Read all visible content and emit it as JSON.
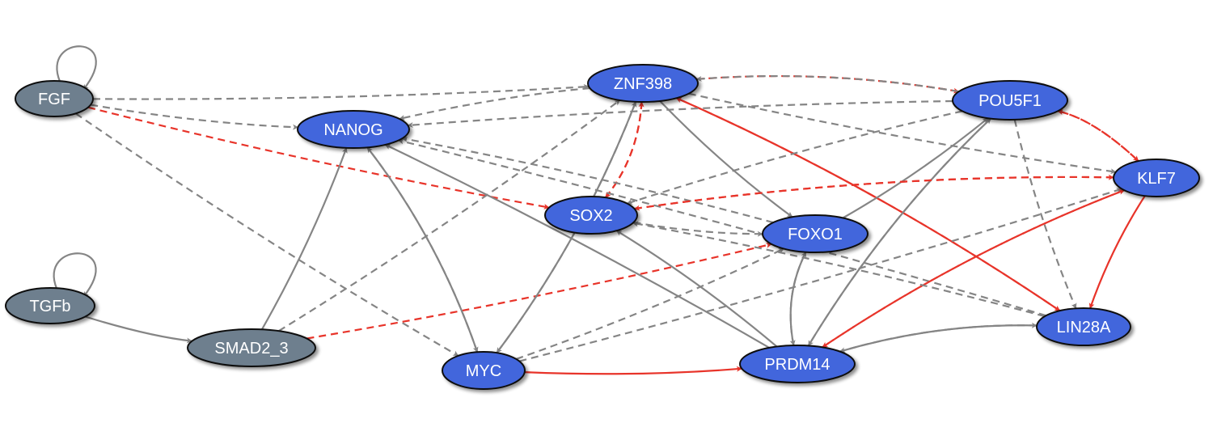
{
  "title": "Gene regulatory network",
  "colors": {
    "input_node": "#6e7f8e",
    "gene_node": "#4366dc",
    "node_border": "#111111",
    "edge_gray": "#858585",
    "edge_red": "#e8342a"
  },
  "nodes": [
    {
      "id": "FGF",
      "label": "FGF",
      "kind": "input"
    },
    {
      "id": "TGFb",
      "label": "TGFb",
      "kind": "input"
    },
    {
      "id": "SMAD2_3",
      "label": "SMAD2_3",
      "kind": "input"
    },
    {
      "id": "NANOG",
      "label": "NANOG",
      "kind": "gene"
    },
    {
      "id": "ZNF398",
      "label": "ZNF398",
      "kind": "gene"
    },
    {
      "id": "SOX2",
      "label": "SOX2",
      "kind": "gene"
    },
    {
      "id": "MYC",
      "label": "MYC",
      "kind": "gene"
    },
    {
      "id": "FOXO1",
      "label": "FOXO1",
      "kind": "gene"
    },
    {
      "id": "PRDM14",
      "label": "PRDM14",
      "kind": "gene"
    },
    {
      "id": "POU5F1",
      "label": "POU5F1",
      "kind": "gene"
    },
    {
      "id": "KLF7",
      "label": "KLF7",
      "kind": "gene"
    },
    {
      "id": "LIN28A",
      "label": "LIN28A",
      "kind": "gene"
    }
  ],
  "edges": [
    {
      "from": "FGF",
      "to": "FGF",
      "color": "gray",
      "style": "solid"
    },
    {
      "from": "TGFb",
      "to": "TGFb",
      "color": "gray",
      "style": "solid"
    },
    {
      "from": "TGFb",
      "to": "SMAD2_3",
      "color": "gray",
      "style": "solid"
    },
    {
      "from": "FGF",
      "to": "ZNF398",
      "color": "gray",
      "style": "dashed"
    },
    {
      "from": "FGF",
      "to": "NANOG",
      "color": "gray",
      "style": "dashed"
    },
    {
      "from": "FGF",
      "to": "SOX2",
      "color": "red",
      "style": "dashed"
    },
    {
      "from": "FGF",
      "to": "MYC",
      "color": "gray",
      "style": "dashed"
    },
    {
      "from": "SMAD2_3",
      "to": "NANOG",
      "color": "gray",
      "style": "solid"
    },
    {
      "from": "SMAD2_3",
      "to": "ZNF398",
      "color": "gray",
      "style": "dashed"
    },
    {
      "from": "SMAD2_3",
      "to": "FOXO1",
      "color": "red",
      "style": "dashed"
    },
    {
      "from": "ZNF398",
      "to": "NANOG",
      "color": "gray",
      "style": "dashed"
    },
    {
      "from": "ZNF398",
      "to": "POU5F1",
      "color": "red",
      "style": "dashed"
    },
    {
      "from": "POU5F1",
      "to": "ZNF398",
      "color": "gray",
      "style": "dashed"
    },
    {
      "from": "ZNF398",
      "to": "KLF7",
      "color": "gray",
      "style": "dashed"
    },
    {
      "from": "ZNF398",
      "to": "SOX2",
      "color": "red",
      "style": "dashed"
    },
    {
      "from": "SOX2",
      "to": "ZNF398",
      "color": "red",
      "style": "dashed"
    },
    {
      "from": "ZNF398",
      "to": "FOXO1",
      "color": "gray",
      "style": "solid"
    },
    {
      "from": "ZNF398",
      "to": "LIN28A",
      "color": "red",
      "style": "solid"
    },
    {
      "from": "LIN28A",
      "to": "ZNF398",
      "color": "red",
      "style": "dashed"
    },
    {
      "from": "MYC",
      "to": "ZNF398",
      "color": "gray",
      "style": "solid"
    },
    {
      "from": "ZNF398",
      "to": "MYC",
      "color": "gray",
      "style": "dashed"
    },
    {
      "from": "POU5F1",
      "to": "NANOG",
      "color": "gray",
      "style": "dashed"
    },
    {
      "from": "FOXO1",
      "to": "NANOG",
      "color": "gray",
      "style": "dashed"
    },
    {
      "from": "NANOG",
      "to": "MYC",
      "color": "gray",
      "style": "solid"
    },
    {
      "from": "MYC",
      "to": "NANOG",
      "color": "gray",
      "style": "dashed"
    },
    {
      "from": "PRDM14",
      "to": "NANOG",
      "color": "gray",
      "style": "solid"
    },
    {
      "from": "LIN28A",
      "to": "NANOG",
      "color": "gray",
      "style": "dashed"
    },
    {
      "from": "POU5F1",
      "to": "KLF7",
      "color": "red",
      "style": "dashed"
    },
    {
      "from": "KLF7",
      "to": "POU5F1",
      "color": "red",
      "style": "dashed"
    },
    {
      "from": "POU5F1",
      "to": "LIN28A",
      "color": "gray",
      "style": "dashed"
    },
    {
      "from": "POU5F1",
      "to": "SOX2",
      "color": "gray",
      "style": "dashed"
    },
    {
      "from": "FOXO1",
      "to": "POU5F1",
      "color": "gray",
      "style": "solid"
    },
    {
      "from": "PRDM14",
      "to": "POU5F1",
      "color": "gray",
      "style": "solid"
    },
    {
      "from": "POU5F1",
      "to": "PRDM14",
      "color": "gray",
      "style": "dashed"
    },
    {
      "from": "KLF7",
      "to": "SOX2",
      "color": "red",
      "style": "dashed"
    },
    {
      "from": "SOX2",
      "to": "KLF7",
      "color": "red",
      "style": "dashed"
    },
    {
      "from": "MYC",
      "to": "KLF7",
      "color": "gray",
      "style": "dashed"
    },
    {
      "from": "PRDM14",
      "to": "KLF7",
      "color": "red",
      "style": "dashed"
    },
    {
      "from": "KLF7",
      "to": "PRDM14",
      "color": "red",
      "style": "dashed"
    },
    {
      "from": "KLF7",
      "to": "LIN28A",
      "color": "red",
      "style": "solid"
    },
    {
      "from": "SOX2",
      "to": "FOXO1",
      "color": "gray",
      "style": "dashed"
    },
    {
      "from": "PRDM14",
      "to": "SOX2",
      "color": "gray",
      "style": "solid"
    },
    {
      "from": "LIN28A",
      "to": "SOX2",
      "color": "gray",
      "style": "dashed"
    },
    {
      "from": "MYC",
      "to": "FOXO1",
      "color": "gray",
      "style": "dashed"
    },
    {
      "from": "FOXO1",
      "to": "PRDM14",
      "color": "gray",
      "style": "solid"
    },
    {
      "from": "PRDM14",
      "to": "FOXO1",
      "color": "gray",
      "style": "dashed"
    },
    {
      "from": "MYC",
      "to": "PRDM14",
      "color": "red",
      "style": "solid"
    },
    {
      "from": "PRDM14",
      "to": "LIN28A",
      "color": "gray",
      "style": "solid"
    },
    {
      "from": "LIN28A",
      "to": "PRDM14",
      "color": "gray",
      "style": "dashed"
    }
  ]
}
